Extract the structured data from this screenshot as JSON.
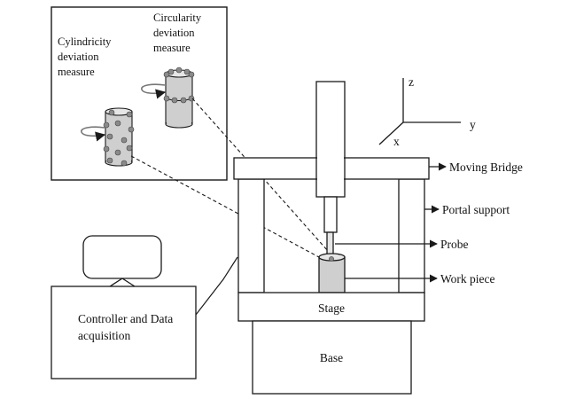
{
  "inset": {
    "cylindricity_label": [
      "Cylindricity",
      "deviation",
      "measure"
    ],
    "circularity_label": [
      "Circularity",
      "deviation",
      "measure"
    ]
  },
  "axes": {
    "z": "z",
    "y": "y",
    "x": "x"
  },
  "callouts": {
    "moving_bridge": "Moving Bridge",
    "portal_support": "Portal support",
    "probe": "Probe",
    "work_piece": "Work piece"
  },
  "stage": {
    "label": "Stage"
  },
  "base": {
    "label": "Base"
  },
  "controller": {
    "label": [
      "Controller and Data",
      "acquisition"
    ]
  },
  "colors": {
    "line": "#1a1a1a",
    "part_fill": "#cfcfcf",
    "point_fill": "#8a8a8a"
  }
}
